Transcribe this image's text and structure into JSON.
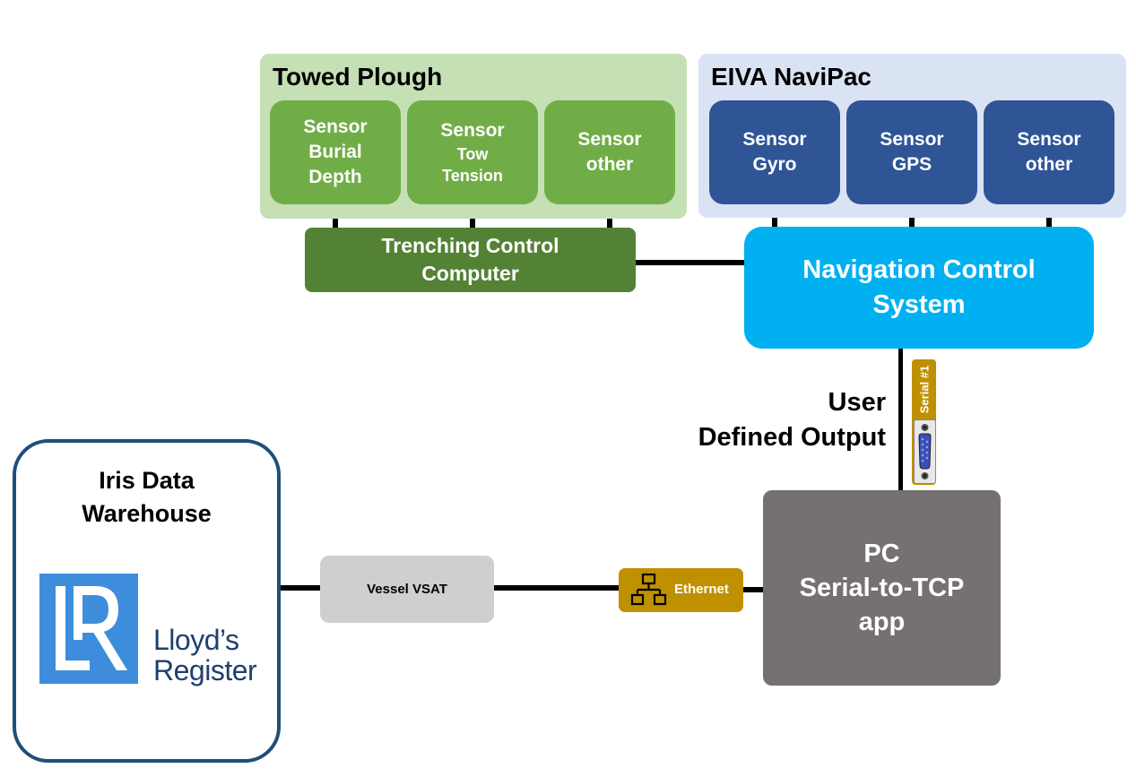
{
  "towed_plough": {
    "title": "Towed Plough",
    "color": "#c5e0b4",
    "sensors": [
      {
        "line1": "Sensor",
        "line2": "Burial",
        "line3": "Depth"
      },
      {
        "line1": "Sensor",
        "line2": "Tow",
        "line3": "Tension"
      },
      {
        "line1": "Sensor",
        "line2": "other"
      }
    ],
    "sensor_color": "#70ad47"
  },
  "eiva_navipac": {
    "title": "EIVA NaviPac",
    "color": "#dae3f3",
    "sensors": [
      {
        "line1": "Sensor",
        "line2": "Gyro"
      },
      {
        "line1": "Sensor",
        "line2": "GPS"
      },
      {
        "line1": "Sensor",
        "line2": "other"
      }
    ],
    "sensor_color": "#2f5597"
  },
  "trenching_control_computer": {
    "line1": "Trenching Control",
    "line2": "Computer",
    "color": "#548235"
  },
  "navigation_control_system": {
    "line1": "Navigation Control",
    "line2": "System",
    "color": "#00b0f0"
  },
  "user_defined_output": {
    "line1": "User",
    "line2": "Defined Output"
  },
  "serial_port": {
    "label": "Serial #1",
    "icon": "db9-connector-icon",
    "color": "#bf9000"
  },
  "pc": {
    "line1": "PC",
    "line2": "Serial-to-TCP",
    "line3": "app",
    "color": "#767171"
  },
  "ethernet": {
    "label": "Ethernet",
    "icon": "network-icon",
    "color": "#bf9000"
  },
  "vessel_vsat": {
    "label": "Vessel VSAT",
    "color": "#d0cece"
  },
  "iris_data_warehouse": {
    "line1": "Iris Data",
    "line2": "Warehouse",
    "border_color": "#1f4e79",
    "logo": {
      "icon": "lloyds-register-logo-icon",
      "name_line1": "Lloyd’s",
      "name_line2": "Register",
      "color": "#3e8ddd"
    }
  }
}
